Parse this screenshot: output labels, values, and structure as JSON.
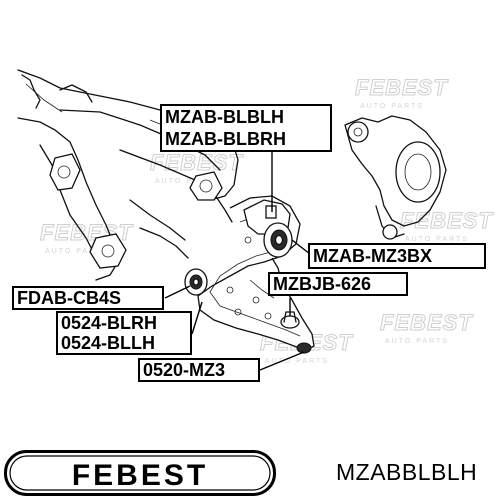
{
  "watermark": {
    "brand": "FEBEST",
    "sub": "AUTO PARTS"
  },
  "labels": {
    "mzab_blblh": "MZAB-BLBLH",
    "mzab_blbrh": "MZAB-BLBRH",
    "mzab_mz3bx": "MZAB-MZ3BX",
    "mzbjb_626": "MZBJB-626",
    "fdab_cb4s": "FDAB-CB4S",
    "blrh": "0524-BLRH",
    "bllh": "0524-BLLH",
    "mz3": "0520-MZ3"
  },
  "footer": {
    "brand": "FEBEST",
    "part_code": "MZABBLBLH"
  }
}
